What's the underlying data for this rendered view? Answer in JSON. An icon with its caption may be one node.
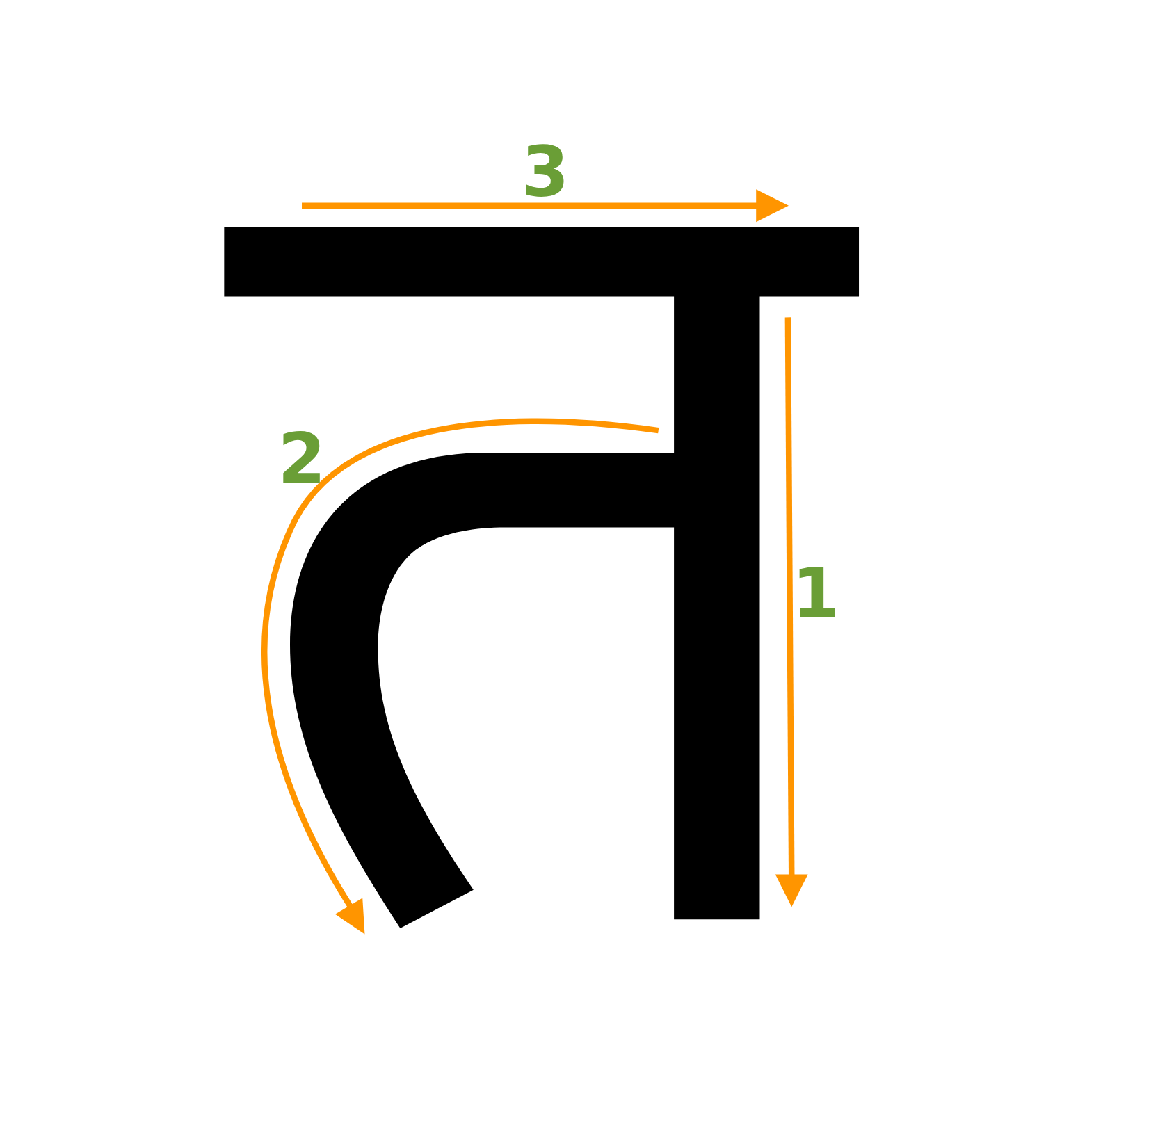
{
  "diagram": {
    "labels": [
      "3",
      "2",
      "1"
    ]
  }
}
